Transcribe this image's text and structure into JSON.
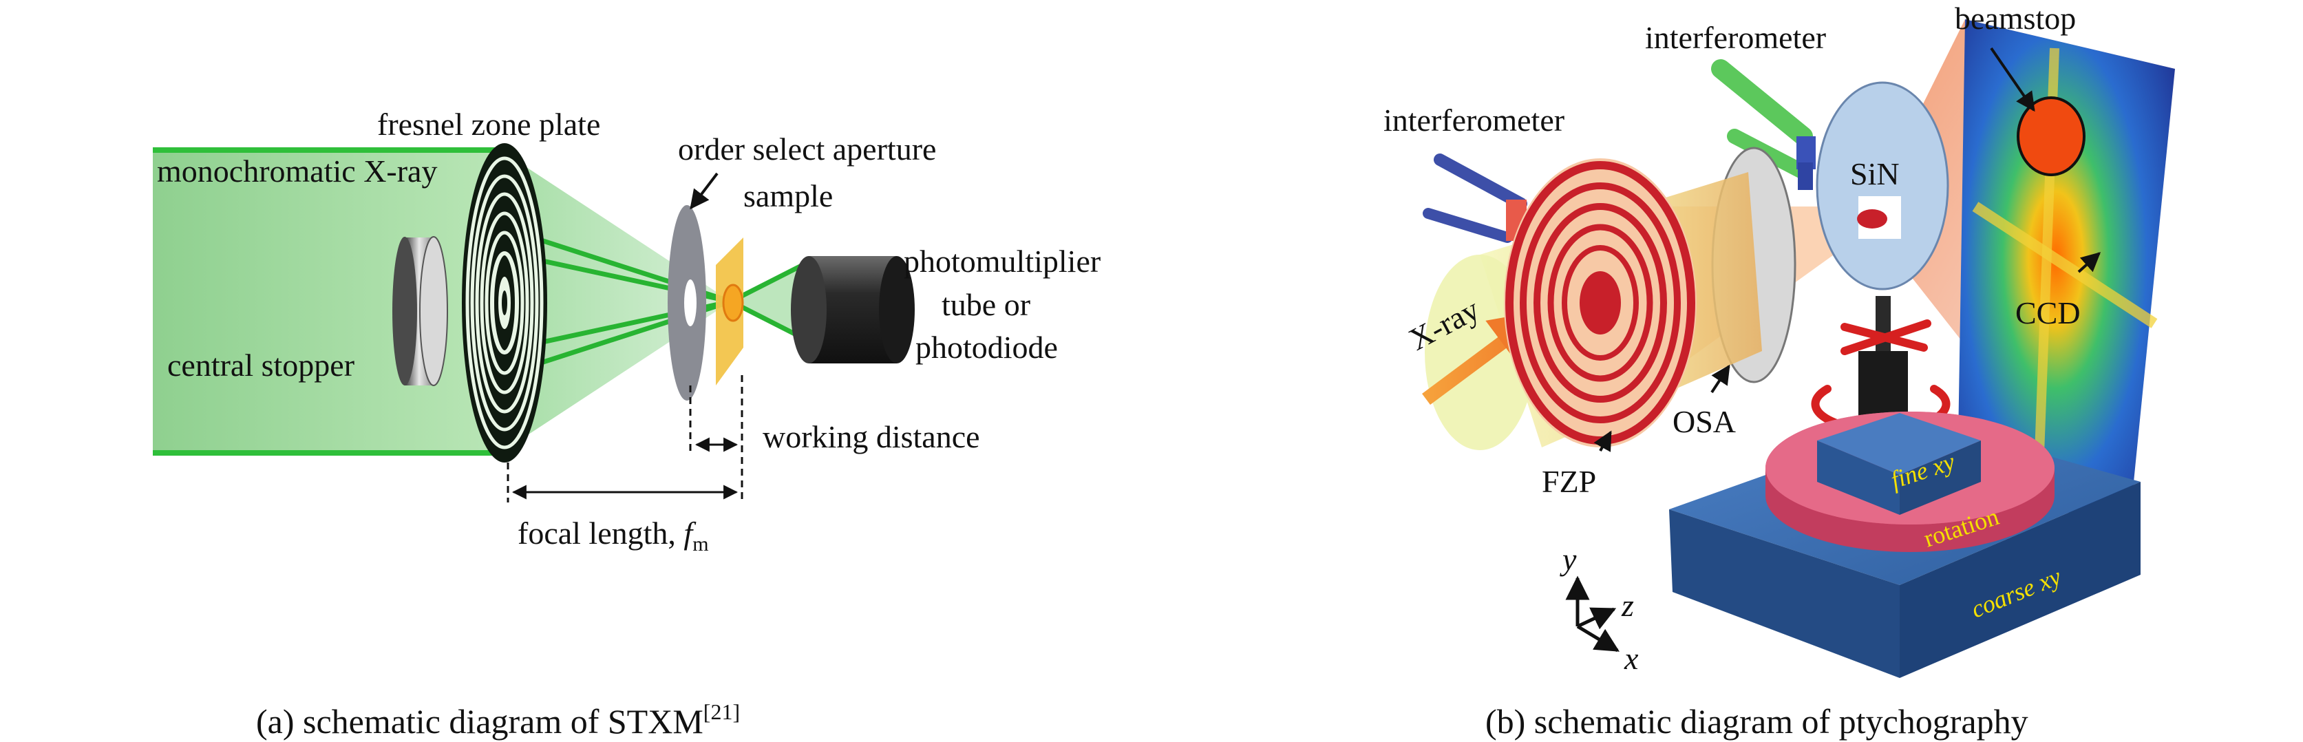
{
  "panel_a": {
    "labels": {
      "fresnel_zone_plate": "fresnel zone plate",
      "monochromatic_xray": "monochromatic X-ray",
      "order_select_aperture": "order select aperture",
      "sample": "sample",
      "photomultiplier_line1": "photomultiplier",
      "photomultiplier_line2": "tube or",
      "photomultiplier_line3": "photodiode",
      "central_stopper": "central stopper",
      "working_distance": "working distance",
      "focal_length": "focal length, ",
      "focal_length_symbol": "f",
      "focal_length_subscript": "m"
    },
    "caption": "(a) schematic diagram of STXM",
    "caption_ref": "[21]"
  },
  "panel_b": {
    "labels": {
      "interferometer_top": "interferometer",
      "beamstop": "beamstop",
      "interferometer_left": "interferometer",
      "sin": "SiN",
      "xray": "X-ray",
      "ccd": "CCD",
      "osa": "OSA",
      "fzp": "FZP",
      "fine_xy": "fine xy",
      "rotation": "rotation",
      "coarse_xy": "coarse xy",
      "axis_y": "y",
      "axis_z": "z",
      "axis_x": "x"
    },
    "caption": "(b) schematic diagram of ptychography"
  },
  "colors": {
    "beam_green": "#9bd89b",
    "beam_bright": "#2fbf3a",
    "fzp_red": "#c8202a",
    "stage_blue": "#2c5d9c",
    "stage_pink": "#d9506e",
    "label_yellow": "#f5e000"
  }
}
